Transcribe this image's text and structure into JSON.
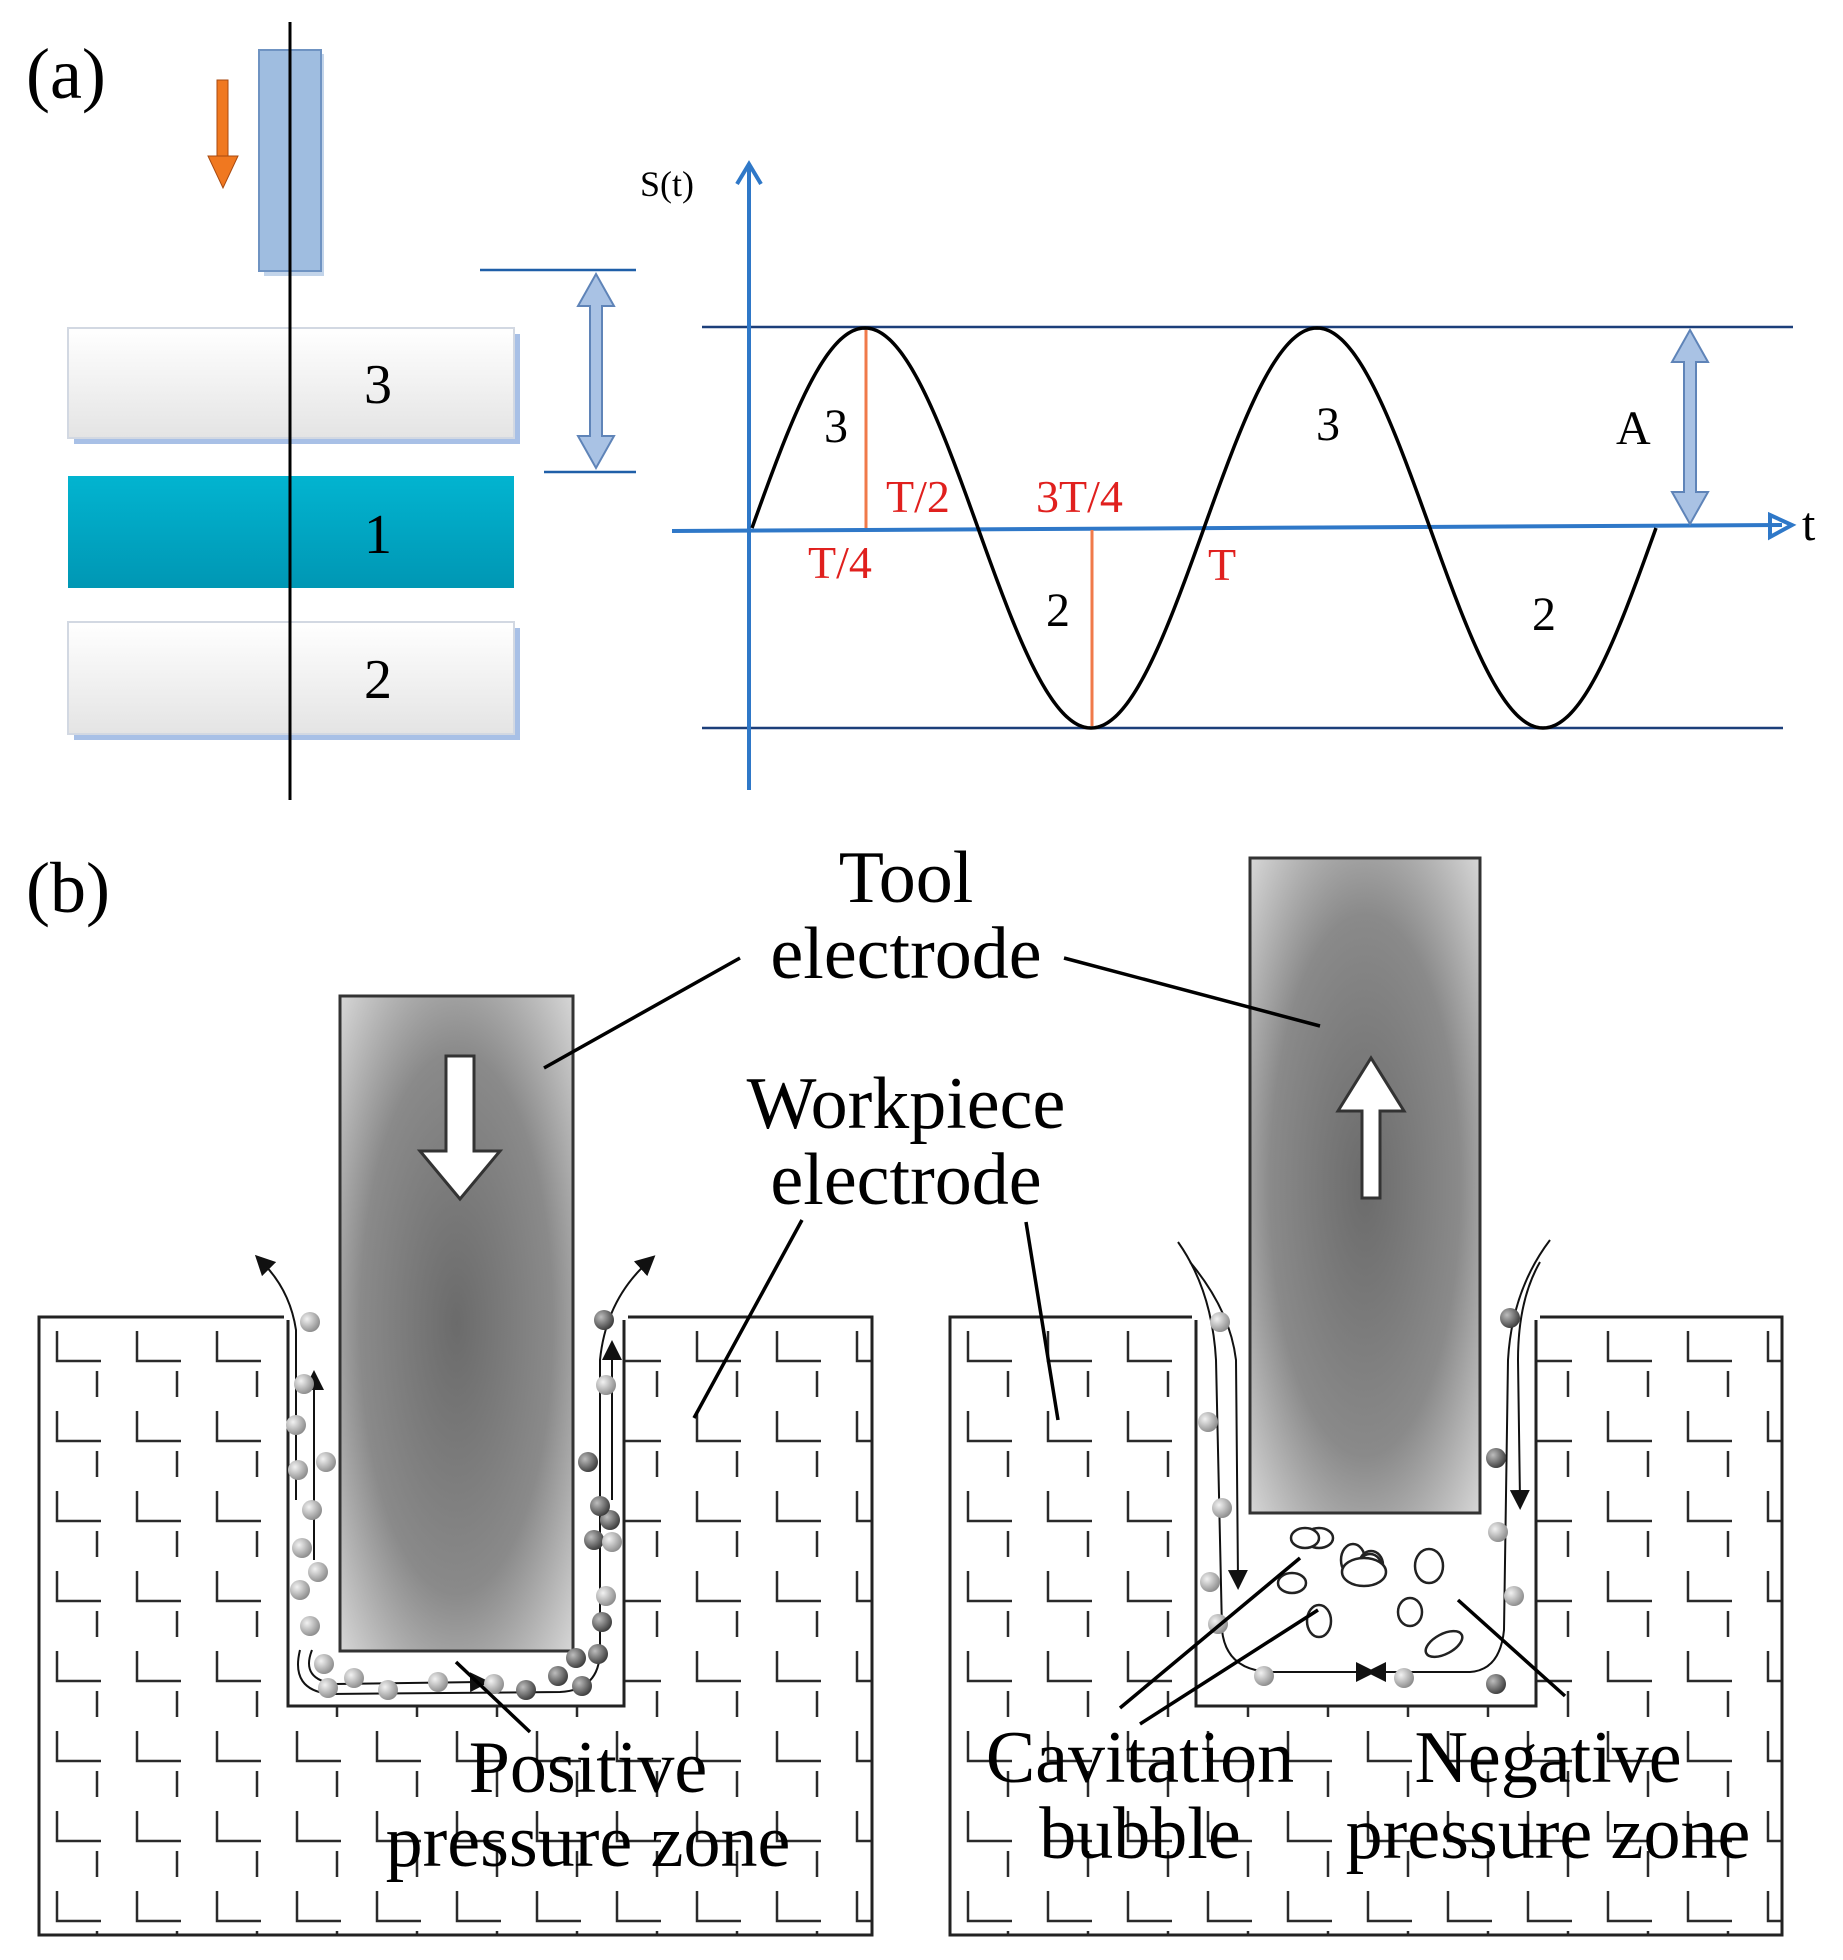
{
  "panels": {
    "a": "(a)",
    "b": "(b)"
  },
  "panel_a": {
    "layers": [
      "3",
      "1",
      "2"
    ],
    "graph": {
      "y_axis_label": "S(t)",
      "x_axis_label": "t",
      "amplitude_label": "A",
      "time_marks": [
        "T/4",
        "T/2",
        "3T/4",
        "T"
      ],
      "region_labels": {
        "upper": "3",
        "lower": "2"
      },
      "curve": {
        "type": "sine",
        "cycles": 2
      }
    }
  },
  "panel_b": {
    "tool_label": [
      "Tool",
      "electrode"
    ],
    "workpiece_label": [
      "Workpiece",
      "electrode"
    ],
    "positive_label": [
      "Positive",
      "pressure zone"
    ],
    "cavitation_label": [
      "Cavitation",
      "bubble"
    ],
    "negative_label": [
      "Negative",
      "pressure zone"
    ]
  },
  "colors": {
    "axis_blue": "#2f78c8",
    "level_line": "#1c3f7a",
    "tool_fill": "#9fbde0",
    "layer1_fill": "#00aecb",
    "mark_red": "#e0201e",
    "feed_arrow": "#f07820"
  },
  "icons": {
    "feed_arrow": "down-arrow-icon",
    "tool_down": "down-arrow-icon",
    "tool_up": "up-arrow-icon",
    "amplitude": "double-arrow-icon"
  }
}
